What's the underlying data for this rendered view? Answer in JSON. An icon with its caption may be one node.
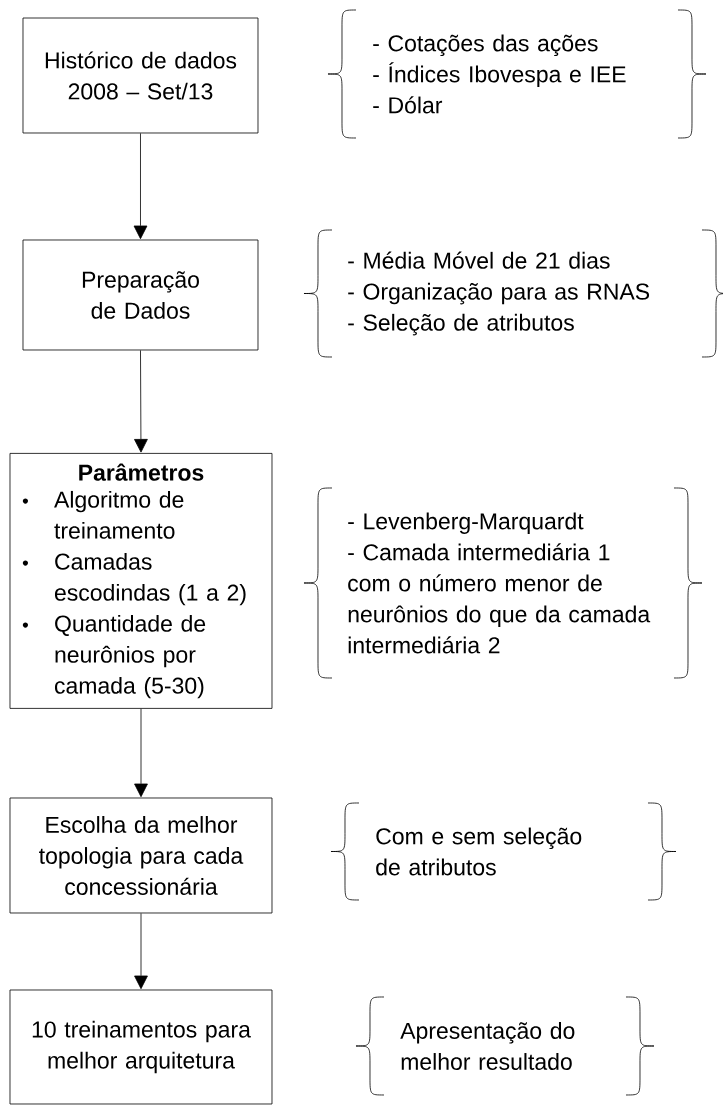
{
  "diagram": {
    "nodes": [
      {
        "text": [
          "Histórico de dados 2008 – Set/13"
        ]
      },
      {
        "text": [
          "- Cotações das ações",
          "- Índices Ibovespa e IEE",
          "- Dólar"
        ]
      },
      {
        "text": [
          "Preparação de Dados"
        ]
      },
      {
        "text": [
          "- Média Móvel de 21 dias",
          "- Organização para as RNAS",
          "- Seleção de atributos"
        ]
      },
      {
        "text": [
          "Parâmetros",
          "Algoritmo de treinamento",
          "Camadas escodindas (1 a 2)",
          "Quantidade de neurônios por camada (5-30)"
        ]
      },
      {
        "text": [
          "- Levenberg-Marquardt",
          "- Camada intermediária 1 com o número menor de neurônios do que da camada intermediária 2"
        ]
      },
      {
        "text": [
          "Escolha da melhor topologia para cada concessionária"
        ]
      },
      {
        "text": [
          "Com e sem seleção de atributos"
        ]
      },
      {
        "text": [
          "10 treinamentos para melhor arquitetura"
        ]
      },
      {
        "text": [
          "Apresentação do melhor resultado"
        ]
      }
    ],
    "edges": [
      {
        "from": 0,
        "to": 2,
        "arrow": "to"
      },
      {
        "from": 2,
        "to": 4,
        "arrow": "to"
      },
      {
        "from": 4,
        "to": 6,
        "arrow": "to"
      },
      {
        "from": 6,
        "to": 8,
        "arrow": "to"
      }
    ]
  }
}
